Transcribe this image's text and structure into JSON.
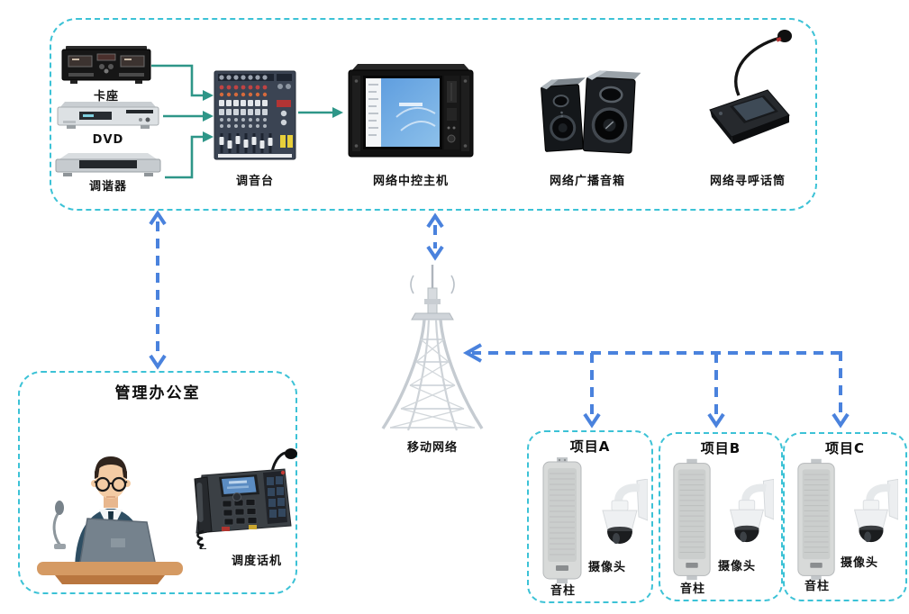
{
  "colors": {
    "box_border": "#3cc2d6",
    "arrow_blue": "#4a82dd",
    "arrow_teal": "#2e9688"
  },
  "control_room": {
    "cassette_deck": "卡座",
    "dvd": "DVD",
    "tuner": "调谐器",
    "mixer": "调音台",
    "central_host": "网络中控主机",
    "broadcast_speaker": "网络广播音箱",
    "paging_mic": "网络寻呼话筒"
  },
  "network": {
    "tower": "移动网络"
  },
  "office": {
    "title": "管理办公室",
    "phone": "调度话机"
  },
  "projects": [
    {
      "title": "项目A",
      "speaker": "音柱",
      "camera": "摄像头"
    },
    {
      "title": "项目B",
      "speaker": "音柱",
      "camera": "摄像头"
    },
    {
      "title": "项目C",
      "speaker": "音柱",
      "camera": "摄像头"
    }
  ]
}
